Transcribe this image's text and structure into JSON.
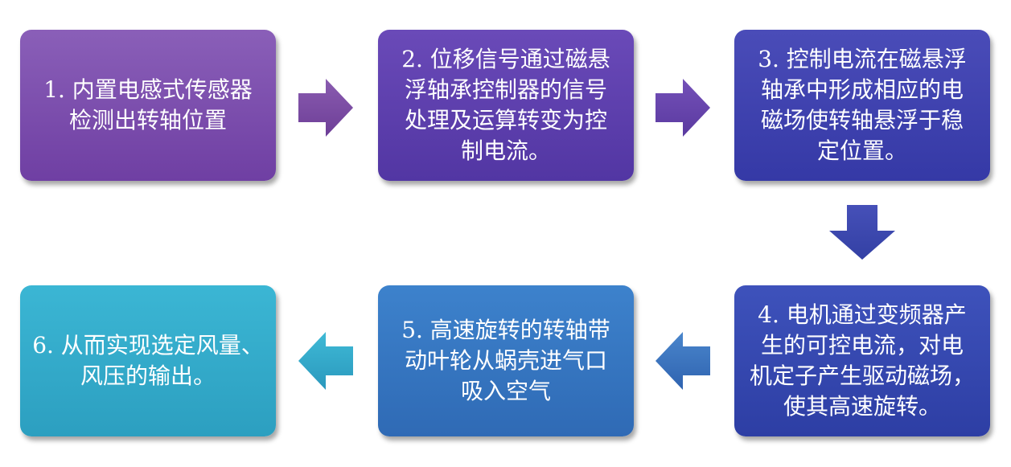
{
  "steps": [
    {
      "id": 1,
      "text": "1. 内置电感式传感器\n检测出转轴位置",
      "color": "#7a4fb0"
    },
    {
      "id": 2,
      "text": "2. 位移信号通过磁悬\n浮轴承控制器的信号\n处理及运算转变为控\n制电流。",
      "color": "#5e40ae"
    },
    {
      "id": 3,
      "text": "3. 控制电流在磁悬浮\n轴承中形成相应的电\n磁场使转轴悬浮于稳\n定位置。",
      "color": "#3f43b0"
    },
    {
      "id": 4,
      "text": "4. 电机通过变频器产\n生的可控电流，对电\n机定子产生驱动磁场，\n使其高速旋转。",
      "color": "#3448b0"
    },
    {
      "id": 5,
      "text": "5. 高速旋转的转轴带\n动叶轮从蜗壳进气口\n吸入空气",
      "color": "#3677c1"
    },
    {
      "id": 6,
      "text": "6. 从而实现选定风量、\n风压的输出。",
      "color": "#33abca"
    }
  ],
  "arrows": [
    {
      "from": 1,
      "to": 2,
      "direction": "right",
      "color": "#7a4a9e"
    },
    {
      "from": 2,
      "to": 3,
      "direction": "right",
      "color": "#6a44a8"
    },
    {
      "from": 3,
      "to": 4,
      "direction": "down",
      "color": "#3a46aa"
    },
    {
      "from": 4,
      "to": 5,
      "direction": "left",
      "color": "#3d72c0"
    },
    {
      "from": 5,
      "to": 6,
      "direction": "left",
      "color": "#2fa3c6"
    }
  ]
}
